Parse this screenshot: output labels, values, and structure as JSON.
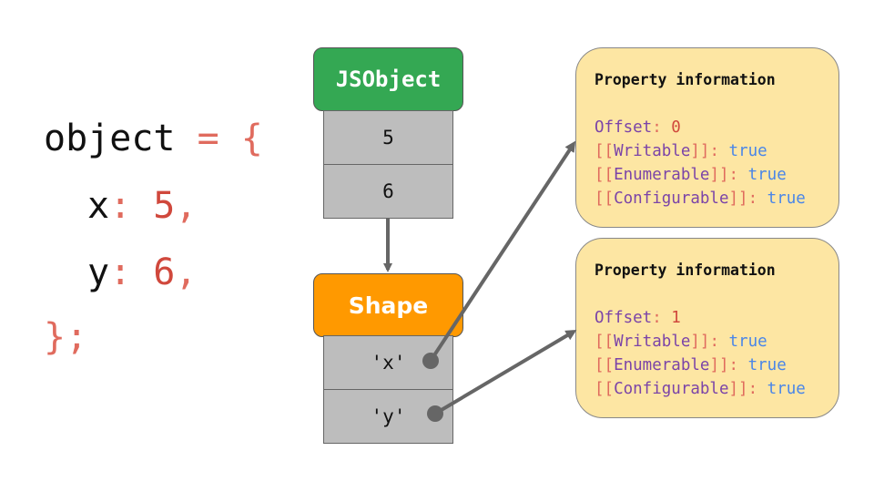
{
  "code": {
    "line1_ident": "object",
    "line1_punct": " = {",
    "line2_ident": "x",
    "line2_colon": ": ",
    "line2_value": "5",
    "line2_comma": ",",
    "line3_ident": "y",
    "line3_colon": ": ",
    "line3_value": "6",
    "line3_comma": ",",
    "line4_punct": "};"
  },
  "jsobject": {
    "label": "JSObject",
    "slots": [
      "5",
      "6"
    ],
    "color": "#34a853"
  },
  "shape": {
    "label": "Shape",
    "keys": [
      "'x'",
      "'y'"
    ],
    "color": "#ff9900"
  },
  "properties": [
    {
      "title": "Property information",
      "offset_label": "Offset",
      "offset_value": "0",
      "writable_label": "Writable",
      "writable_value": "true",
      "enumerable_label": "Enumerable",
      "enumerable_value": "true",
      "configurable_label": "Configurable",
      "configurable_value": "true"
    },
    {
      "title": "Property information",
      "offset_label": "Offset",
      "offset_value": "1",
      "writable_label": "Writable",
      "writable_value": "true",
      "enumerable_label": "Enumerable",
      "enumerable_value": "true",
      "configurable_label": "Configurable",
      "configurable_value": "true"
    }
  ]
}
